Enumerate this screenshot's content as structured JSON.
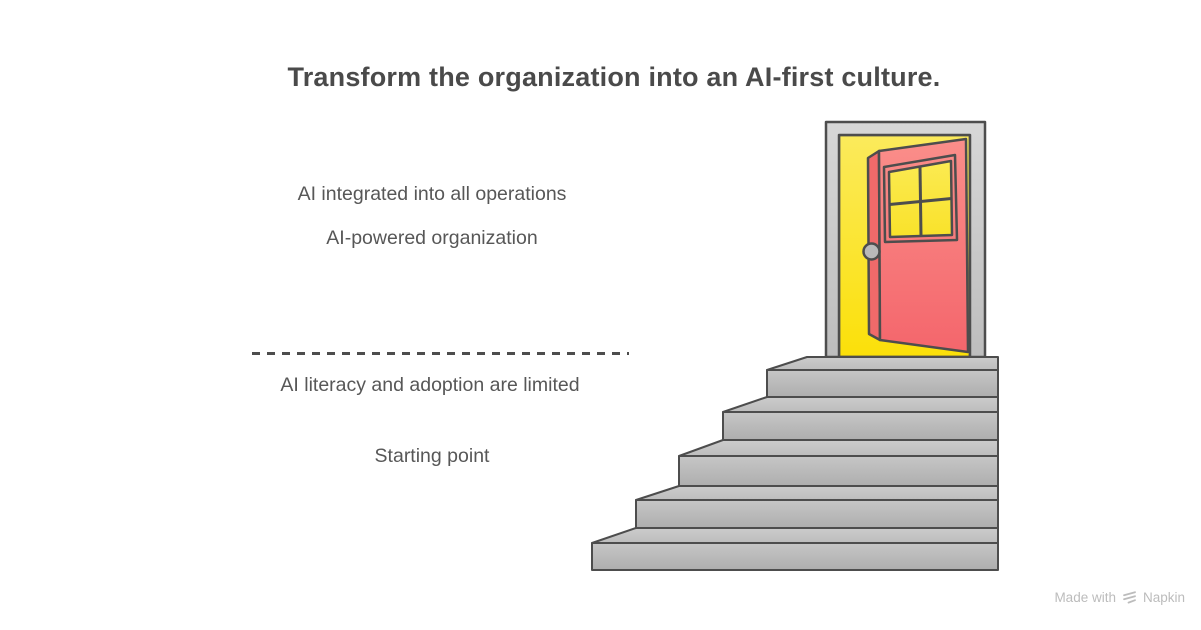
{
  "title": {
    "text": "Transform the organization into an AI-first culture."
  },
  "upper_section": {
    "line1": "AI integrated into all operations",
    "line2": "AI-powered organization"
  },
  "lower_section": {
    "line1": "AI literacy and adoption are limited",
    "line2": "Starting point"
  },
  "divider": {
    "style": "dashed",
    "color": "#4d4d4d"
  },
  "illustration": {
    "description": "Open red door at the top of a gray staircase",
    "door_color": "#f87b7b",
    "doorway_color": "#fbe93f",
    "frame_color": "#c9c9c9",
    "stairs_color": "#bfbfbf",
    "outline_color": "#4d4d4d",
    "window_panes": 4,
    "steps_count": 5
  },
  "watermark": {
    "prefix": "Made with",
    "brand": "Napkin"
  },
  "colors": {
    "background": "#ffffff",
    "title_text": "#4a4a4a",
    "body_text": "#575757",
    "watermark_text": "#bcbcbc"
  }
}
